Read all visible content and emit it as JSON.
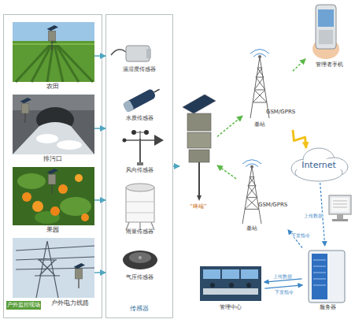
{
  "diagram": {
    "nodes": [
      {
        "text": [
          "户外监控现场"
        ]
      },
      {
        "text": [
          "农田"
        ],
        "in": 0
      },
      {
        "text": [
          "排污口"
        ],
        "in": 0
      },
      {
        "text": [
          "果园"
        ],
        "in": 0
      },
      {
        "text": [
          "户外电力线路"
        ],
        "in": 0
      },
      {
        "text": [
          "传感器"
        ]
      },
      {
        "text": [
          "温湿度传感器"
        ],
        "in": 5
      },
      {
        "text": [
          "水质传感器"
        ],
        "in": 5
      },
      {
        "text": [
          "风向传感器"
        ],
        "in": 5
      },
      {
        "text": [
          "雨量传感器"
        ],
        "in": 5
      },
      {
        "text": [
          "气压传感器"
        ],
        "in": 5
      },
      {
        "text": [
          "“终端”"
        ]
      },
      {
        "text": [
          "GSM/GPRS",
          "基站"
        ]
      },
      {
        "text": [
          "GSM/GPRS",
          "基站"
        ]
      },
      {
        "text": [
          "管理者手机"
        ]
      },
      {
        "text": [
          "Internet"
        ]
      },
      {
        "text": [
          "服务器"
        ]
      },
      {
        "text": [
          "管理中心"
        ]
      }
    ],
    "edges": [
      {
        "from": 1,
        "to": 5,
        "arrow": "to"
      },
      {
        "from": 2,
        "to": 5,
        "arrow": "to"
      },
      {
        "from": 3,
        "to": 5,
        "arrow": "to"
      },
      {
        "from": 4,
        "to": 5,
        "arrow": "to"
      },
      {
        "from": 5,
        "to": 11,
        "arrow": "to"
      },
      {
        "from": 11,
        "to": 12,
        "arrow": "to"
      },
      {
        "from": 12,
        "to": 14,
        "arrow": "to"
      },
      {
        "from": 12,
        "to": 15,
        "arrow": "to"
      },
      {
        "from": 15,
        "to": 16,
        "label": "上传数据",
        "arrow": "to"
      },
      {
        "from": 16,
        "to": 13,
        "label": "下发指令",
        "arrow": "to"
      },
      {
        "from": 13,
        "to": 11,
        "arrow": "to"
      },
      {
        "from": 16,
        "to": 17,
        "label": "上传数据",
        "arrow": "to"
      },
      {
        "from": 17,
        "to": 16,
        "label": "下发指令",
        "arrow": "to"
      }
    ]
  }
}
